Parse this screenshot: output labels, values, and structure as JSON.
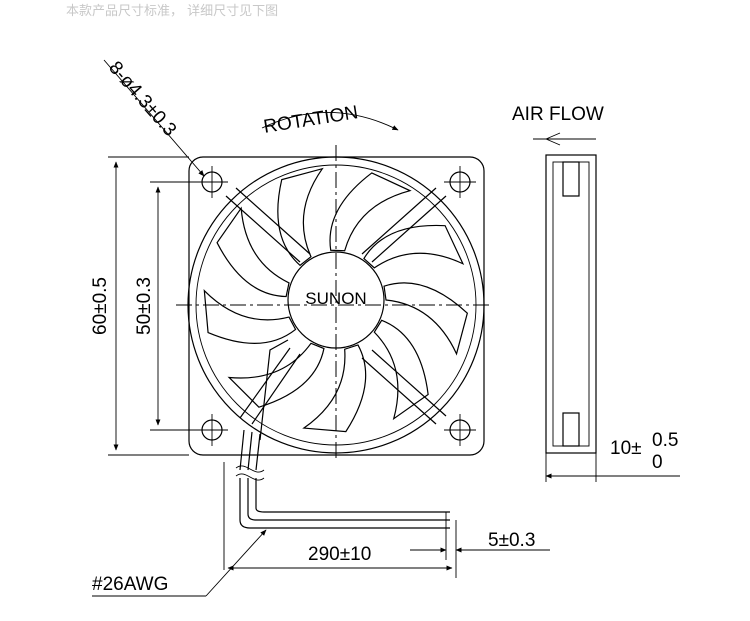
{
  "header_note": "本款产品尺寸标准， 详细尺寸见下图",
  "labels": {
    "rotation": "ROTATION",
    "air_flow": "AIR FLOW",
    "hole_spec": "8-ø4.3±0.3",
    "brand": "SUNON",
    "outer_size": "60±0.5",
    "hole_pitch": "50±0.3",
    "thickness_base": "10±",
    "thickness_upper": "0.5",
    "thickness_lower": "0",
    "wire_strip": "5±0.3",
    "lead_length": "290±10",
    "wire_gauge": "#26AWG"
  },
  "colors": {
    "line": "#000000",
    "note": "#c8c8c8"
  }
}
